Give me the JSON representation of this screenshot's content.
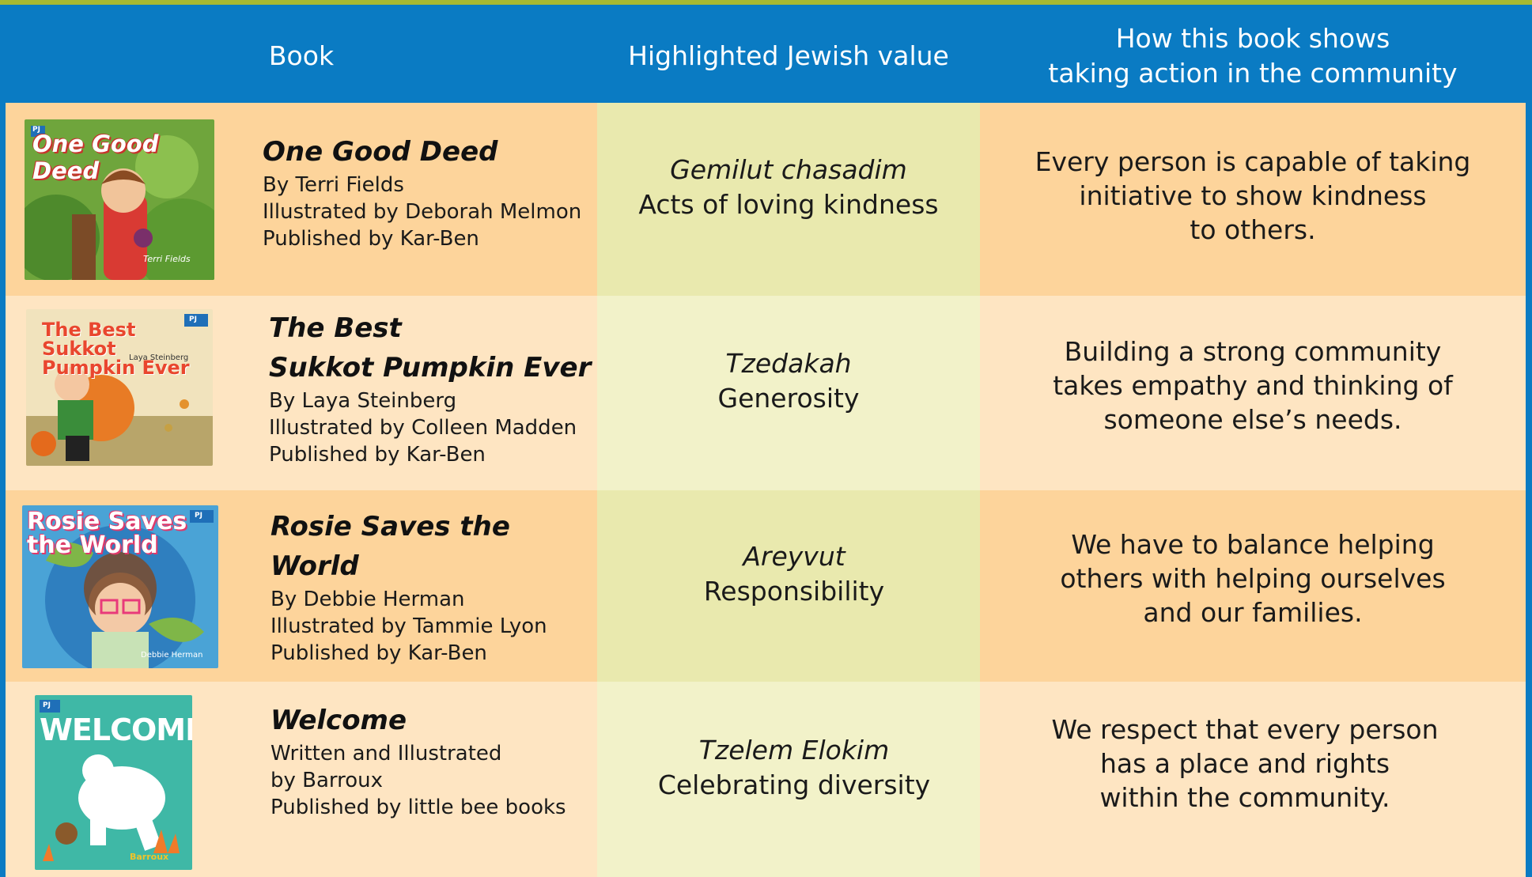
{
  "header": {
    "book": "Book",
    "value": "Highlighted Jewish value",
    "how_line1": "How this book shows",
    "how_line2": "taking action in the community"
  },
  "rows": [
    {
      "cover_text": "One Good Deed",
      "cover_badge": "PJ",
      "cover_credits": "Terri Fields",
      "title_line1": "One Good Deed",
      "title_line2": "",
      "meta": [
        "By Terri Fields",
        "Illustrated by Deborah Melmon",
        "Published by Kar-Ben"
      ],
      "value_hebrew": "Gemilut chasadim",
      "value_english": "Acts of loving kindness",
      "description": [
        "Every person is capable of taking",
        "initiative to show kindness",
        "to others."
      ]
    },
    {
      "cover_text": "The Best Sukkot Pumpkin Ever",
      "cover_badge": "PJ",
      "cover_credits": "Laya Steinberg",
      "title_line1": "The Best",
      "title_line2": "Sukkot Pumpkin Ever",
      "meta": [
        "By Laya Steinberg",
        "Illustrated by Colleen Madden",
        "Published by Kar-Ben"
      ],
      "value_hebrew": "Tzedakah",
      "value_english": "Generosity",
      "description": [
        "Building a strong community",
        "takes empathy and thinking of",
        "someone else’s needs."
      ]
    },
    {
      "cover_text": "Rosie Saves the World",
      "cover_badge": "PJ",
      "cover_credits": "Debbie Herman",
      "title_line1": "Rosie Saves the World",
      "title_line2": "",
      "meta": [
        "By Debbie Herman",
        "Illustrated by Tammie Lyon",
        "Published by Kar-Ben"
      ],
      "value_hebrew": "Areyvut",
      "value_english": "Responsibility",
      "description": [
        "We have to balance helping",
        "others with helping ourselves",
        "and our families."
      ]
    },
    {
      "cover_text": "WELCOME",
      "cover_badge": "PJ",
      "cover_credits": "Barroux",
      "title_line1": "Welcome",
      "title_line2": "",
      "meta": [
        "Written and Illustrated",
        "by Barroux",
        "Published by little bee books"
      ],
      "value_hebrew": "Tzelem Elokim",
      "value_english": "Celebrating diversity",
      "description": [
        "We respect that every person",
        "has a place and rights",
        "within the community."
      ]
    }
  ]
}
